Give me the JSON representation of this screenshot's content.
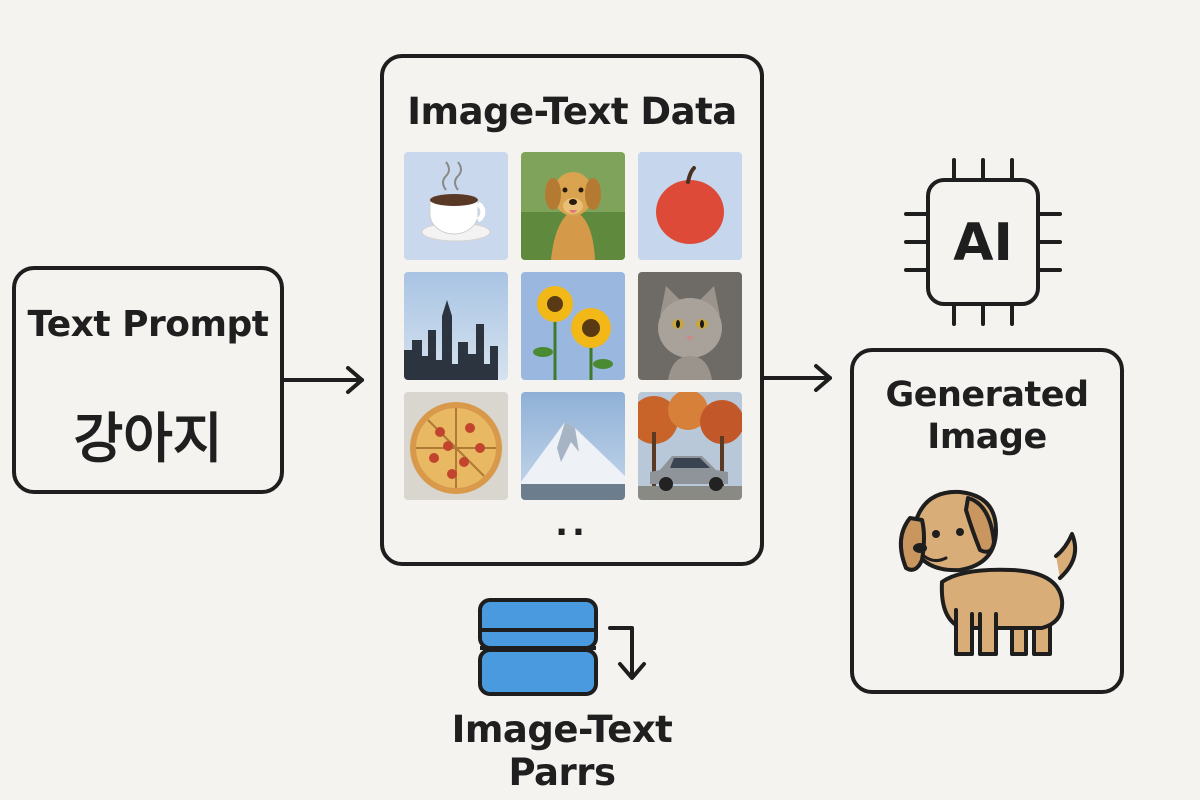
{
  "input": {
    "title": "Text Prompt",
    "prompt": "강아지"
  },
  "dataset": {
    "title": "Image-Text Data",
    "thumbnails": [
      "coffee-cup",
      "golden-retriever",
      "red-apple",
      "city-skyline",
      "sunflowers",
      "tabby-cat",
      "pizza",
      "snowy-mountain",
      "car-autumn"
    ],
    "ellipsis": ".."
  },
  "model": {
    "label": "AI"
  },
  "storage": {
    "label": "Image-Text Parrs"
  },
  "output": {
    "title": "Generated Image"
  },
  "colors": {
    "outline": "#1e1e1e",
    "background": "#f5f3ef",
    "database": "#4a9ae0",
    "dog": "#d8ad78"
  }
}
